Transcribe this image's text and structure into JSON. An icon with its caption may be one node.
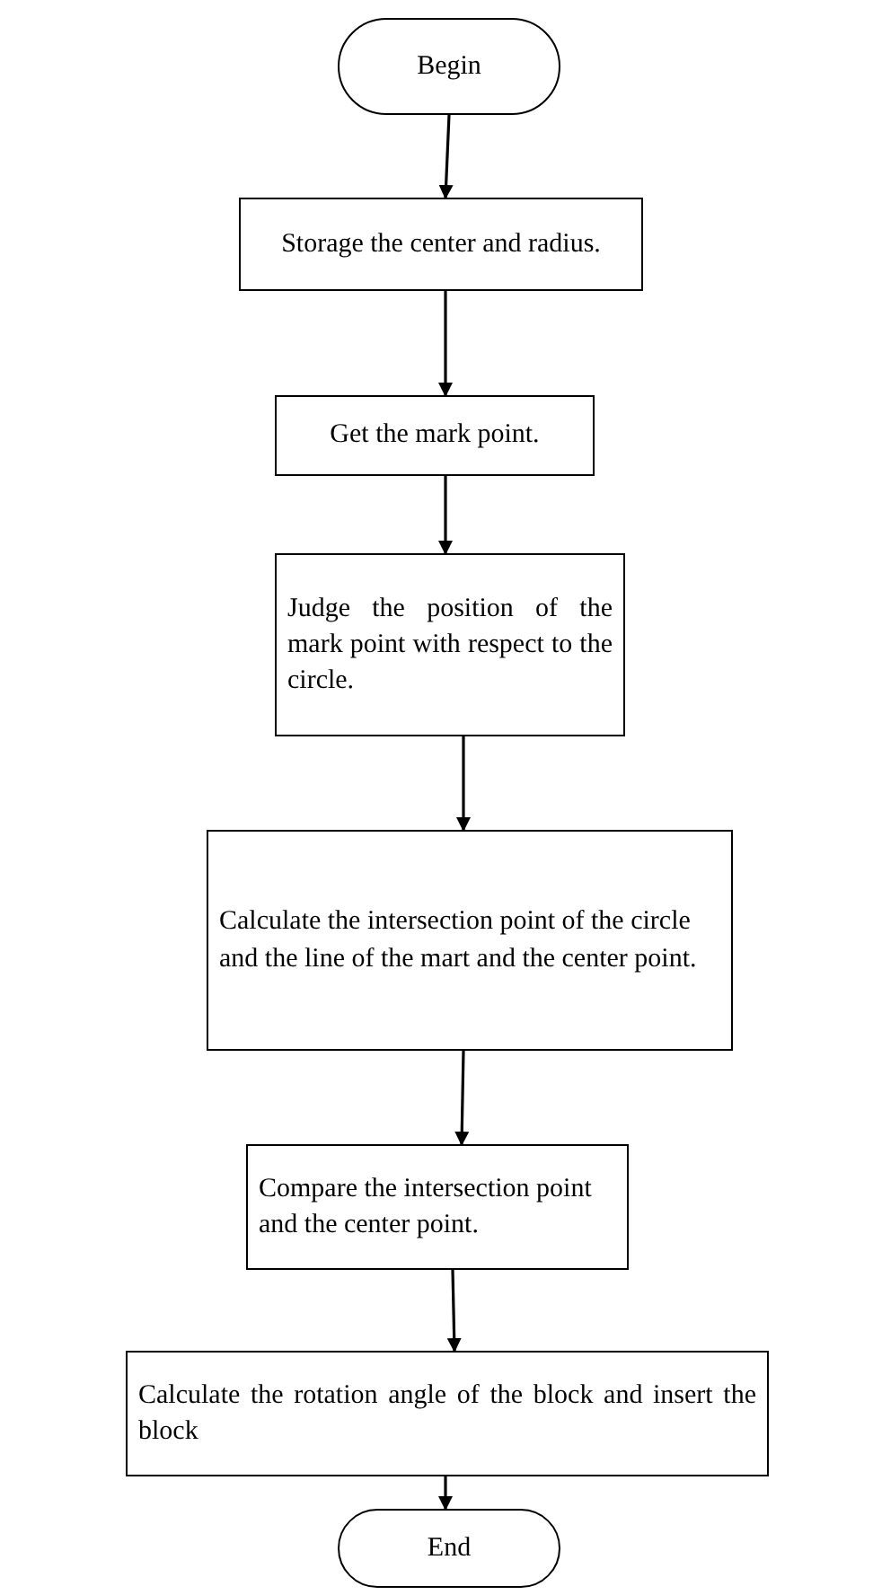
{
  "diagram": {
    "nodes": [
      {
        "text": [
          "Begin"
        ]
      },
      {
        "text": [
          "Storage the center and radius."
        ]
      },
      {
        "text": [
          "Get the mark point."
        ]
      },
      {
        "text": [
          "Judge the position of the mark point with respect to the circle."
        ]
      },
      {
        "text": [
          "Calculate the intersection point of the circle and the line of the mart and the center point."
        ]
      },
      {
        "text": [
          "Compare the intersection point and the center point."
        ]
      },
      {
        "text": [
          "Calculate the rotation angle of the block and insert the block"
        ]
      },
      {
        "text": [
          "End"
        ]
      }
    ],
    "edges": [
      {
        "from": 0,
        "to": 1,
        "arrow": "to"
      },
      {
        "from": 1,
        "to": 2,
        "arrow": "to"
      },
      {
        "from": 2,
        "to": 3,
        "arrow": "to"
      },
      {
        "from": 3,
        "to": 4,
        "arrow": "to"
      },
      {
        "from": 4,
        "to": 5,
        "arrow": "to"
      },
      {
        "from": 5,
        "to": 6,
        "arrow": "to"
      },
      {
        "from": 6,
        "to": 7,
        "arrow": "to"
      }
    ]
  }
}
